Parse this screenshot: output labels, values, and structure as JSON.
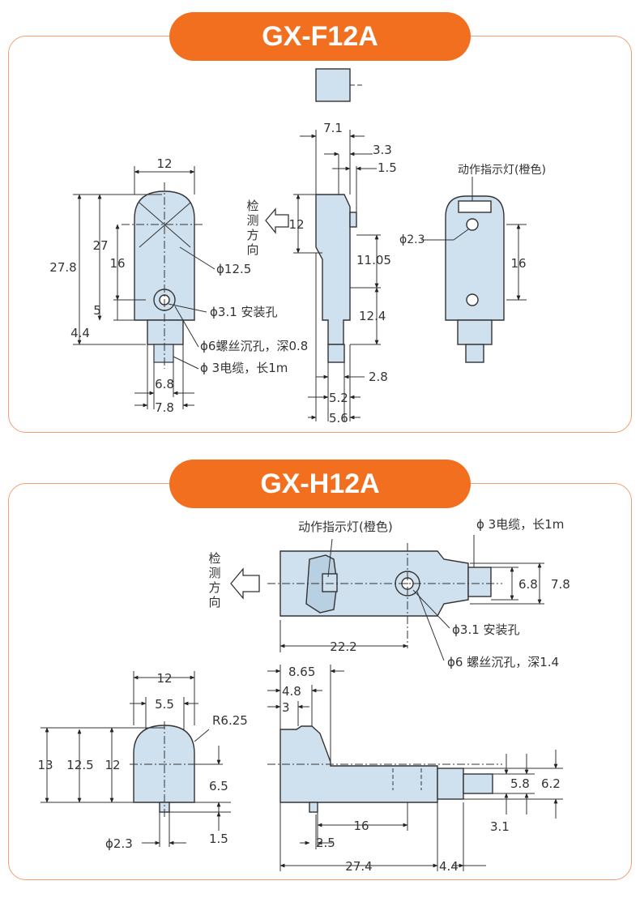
{
  "sections": [
    {
      "model": "GX-F12A",
      "labels": {
        "detect_direction": [
          "检",
          "测",
          "方",
          "向"
        ],
        "indicator": "动作指示灯(橙色)",
        "hole_mount": "ϕ3.1 安装孔",
        "hole_counter": "ϕ6螺丝沉孔，深0.8",
        "cable": "ϕ 3电缆，长1m",
        "phi_12_5": "ϕ12.5",
        "phi_2_3": "ϕ2.3"
      },
      "dims": [
        "12",
        "27.8",
        "27",
        "16",
        "5",
        "4.4",
        "6.8",
        "7.8",
        "7.1",
        "3.3",
        "1.5",
        "12",
        "11.05",
        "12.4",
        "2.8",
        "5.2",
        "5.6",
        "16"
      ]
    },
    {
      "model": "GX-H12A",
      "labels": {
        "detect_direction": [
          "检",
          "测",
          "方",
          "向"
        ],
        "indicator": "动作指示灯(橙色)",
        "cable": "ϕ 3电缆，长1m",
        "hole_mount": "ϕ3.1 安装孔",
        "hole_counter": "ϕ6 螺丝沉孔，深1.4",
        "radius": "R6.25",
        "phi_2_3": "ϕ2.3"
      },
      "dims": [
        "6.8",
        "7.8",
        "22.2",
        "12",
        "5.5",
        "13",
        "12.5",
        "12",
        "6.5",
        "1.5",
        "8.65",
        "4.8",
        "3",
        "5.8",
        "6.2",
        "3.1",
        "16",
        "2.5",
        "27.4",
        "4.4"
      ]
    }
  ]
}
